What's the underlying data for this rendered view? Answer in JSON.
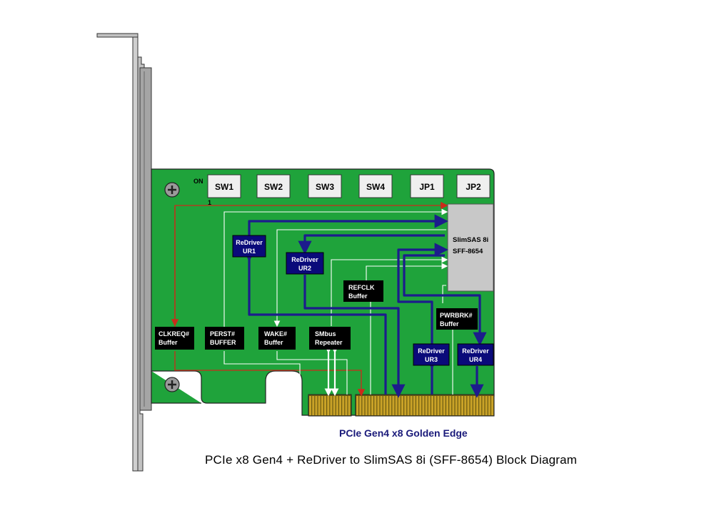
{
  "switches": [
    {
      "id": "sw1",
      "label": "SW1"
    },
    {
      "id": "sw2",
      "label": "SW2"
    },
    {
      "id": "sw3",
      "label": "SW3"
    },
    {
      "id": "sw4",
      "label": "SW4"
    },
    {
      "id": "jp1",
      "label": "JP1"
    },
    {
      "id": "jp2",
      "label": "JP2"
    }
  ],
  "on_label": "ON",
  "pin_one_label": "1",
  "connector": {
    "line1": "SlimSAS 8i",
    "line2": "SFF-8654"
  },
  "blocks": {
    "redriver_ur1": {
      "line1": "ReDriver",
      "line2": "UR1"
    },
    "redriver_ur2": {
      "line1": "ReDriver",
      "line2": "UR2"
    },
    "redriver_ur3": {
      "line1": "ReDriver",
      "line2": "UR3"
    },
    "redriver_ur4": {
      "line1": "ReDriver",
      "line2": "UR4"
    },
    "refclk": {
      "line1": "REFCLK",
      "line2": "Buffer"
    },
    "pwrbrk": {
      "line1": "PWRBRK#",
      "line2": "Buffer"
    },
    "clkreq": {
      "line1": "CLKREQ#",
      "line2": "Buffer"
    },
    "perst": {
      "line1": "PERST#",
      "line2": "BUFFER"
    },
    "wake": {
      "line1": "WAKE#",
      "line2": "Buffer"
    },
    "smbus": {
      "line1": "SMbus",
      "line2": "Repeater"
    }
  },
  "golden_edge_label": "PCIe Gen4 x8 Golden Edge",
  "caption": "PCIe x8 Gen4 + ReDriver to SlimSAS 8i (SFF-8654) Block Diagram",
  "colors": {
    "pcb": "#1fa33b",
    "block_navy": "#0a0a7a",
    "block_black": "#000000",
    "bus_line": "#1c1c8c",
    "clk_line": "#cc2a1a",
    "signal_line": "#ffffff",
    "gold": "#c9a227",
    "bracket": "#b5b5b5"
  }
}
